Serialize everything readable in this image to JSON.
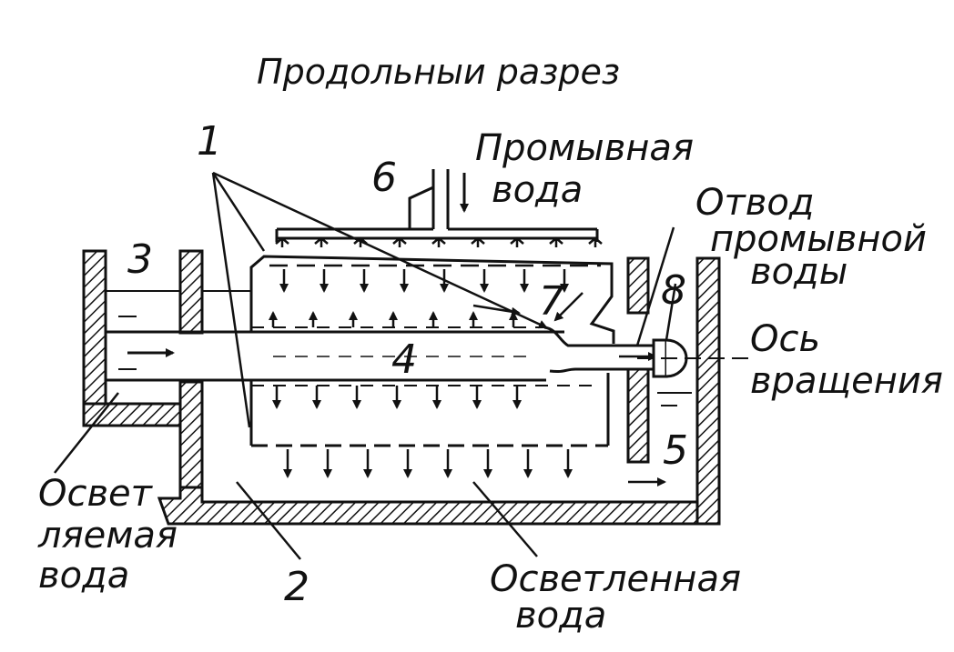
{
  "title": "Продольныи разрез",
  "labels": {
    "n1": "1",
    "n2": "2",
    "n3": "3",
    "n4": "4",
    "n5": "5",
    "n6": "6",
    "n7": "7",
    "n8": "8",
    "wash_water_1": "Промывная",
    "wash_water_2": "вода",
    "drain_1": "Отвод",
    "drain_2": "промывной",
    "drain_3": "воды",
    "axis_1": "Ось",
    "axis_2": "вращения",
    "inlet_1": "Освет",
    "inlet_2": "ляемая",
    "inlet_3": "вода",
    "outlet_1": "Осветленная",
    "outlet_2": "вода"
  },
  "colors": {
    "ink": "#111111",
    "water": "#ffffff"
  }
}
